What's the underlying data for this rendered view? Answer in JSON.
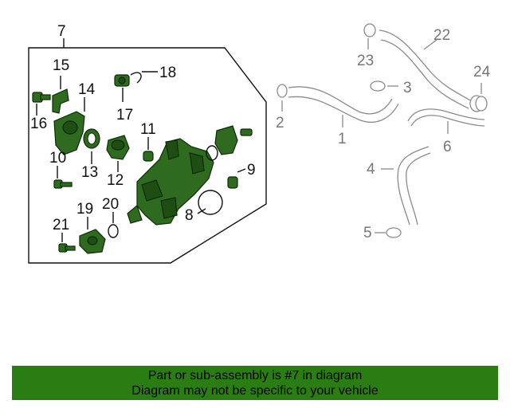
{
  "callouts": {
    "c1": "1",
    "c2": "2",
    "c3": "3",
    "c4": "4",
    "c5": "5",
    "c6": "6",
    "c7": "7",
    "c8": "8",
    "c9": "9",
    "c10": "10",
    "c11": "11",
    "c12": "12",
    "c13": "13",
    "c14": "14",
    "c15": "15",
    "c16": "16",
    "c17": "17",
    "c18": "18",
    "c19": "19",
    "c20": "20",
    "c21": "21",
    "c22": "22",
    "c23": "23",
    "c24": "24"
  },
  "banner": {
    "line1": "Part or sub-assembly is #7 in diagram",
    "line2": "Diagram may not be specific to your vehicle"
  },
  "colors": {
    "highlight_part": "#2f6b1f",
    "banner_bg": "#2a7d12",
    "ghost_line": "#8a8a8a"
  }
}
